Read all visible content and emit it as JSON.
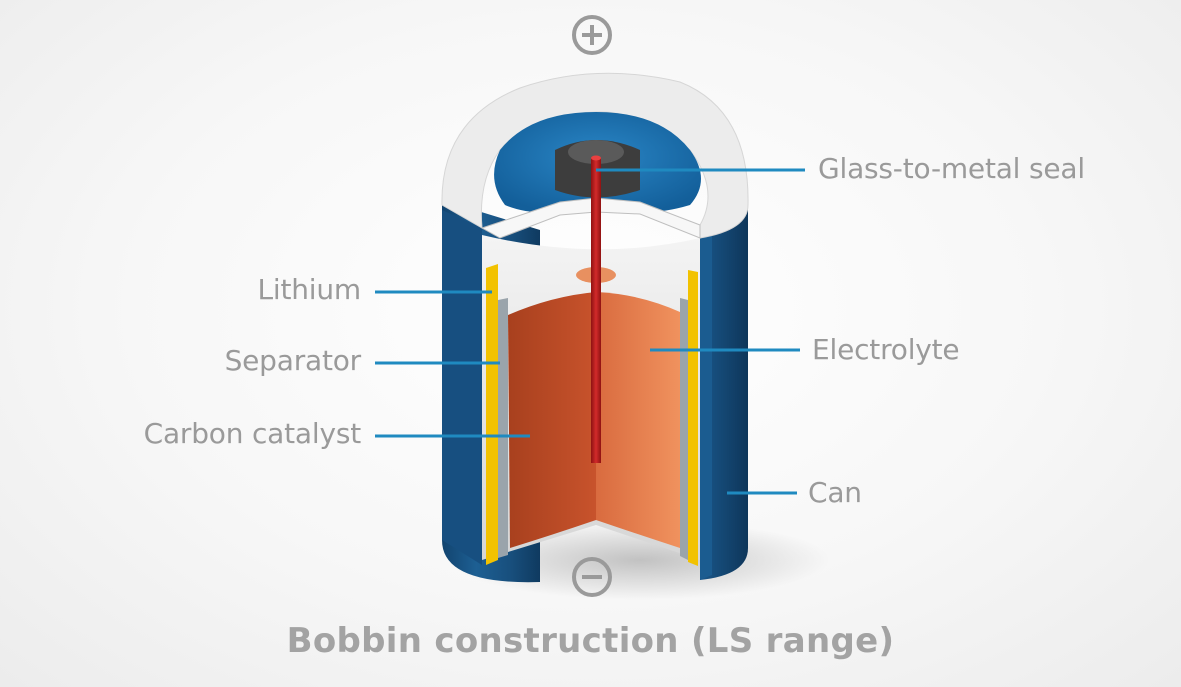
{
  "diagram": {
    "caption": "Bobbin construction (LS range)",
    "terminals": {
      "positive_symbol": "+",
      "negative_symbol": "-"
    },
    "labels": {
      "glass_to_metal_seal": "Glass-to-metal seal",
      "lithium": "Lithium",
      "separator": "Separator",
      "carbon_catalyst": "Carbon catalyst",
      "electrolyte": "Electrolyte",
      "can": "Can"
    },
    "colors": {
      "leader_line": "#1f8ac0",
      "can_blue": "#1d5f93",
      "lithium_yellow": "#f2c200",
      "carbon_orange": "#c8532c",
      "electrolyte_orange": "#ea8452",
      "pin_red": "#c21f1f",
      "cap_white": "#ececec",
      "label_gray": "#9a9a9a"
    }
  }
}
